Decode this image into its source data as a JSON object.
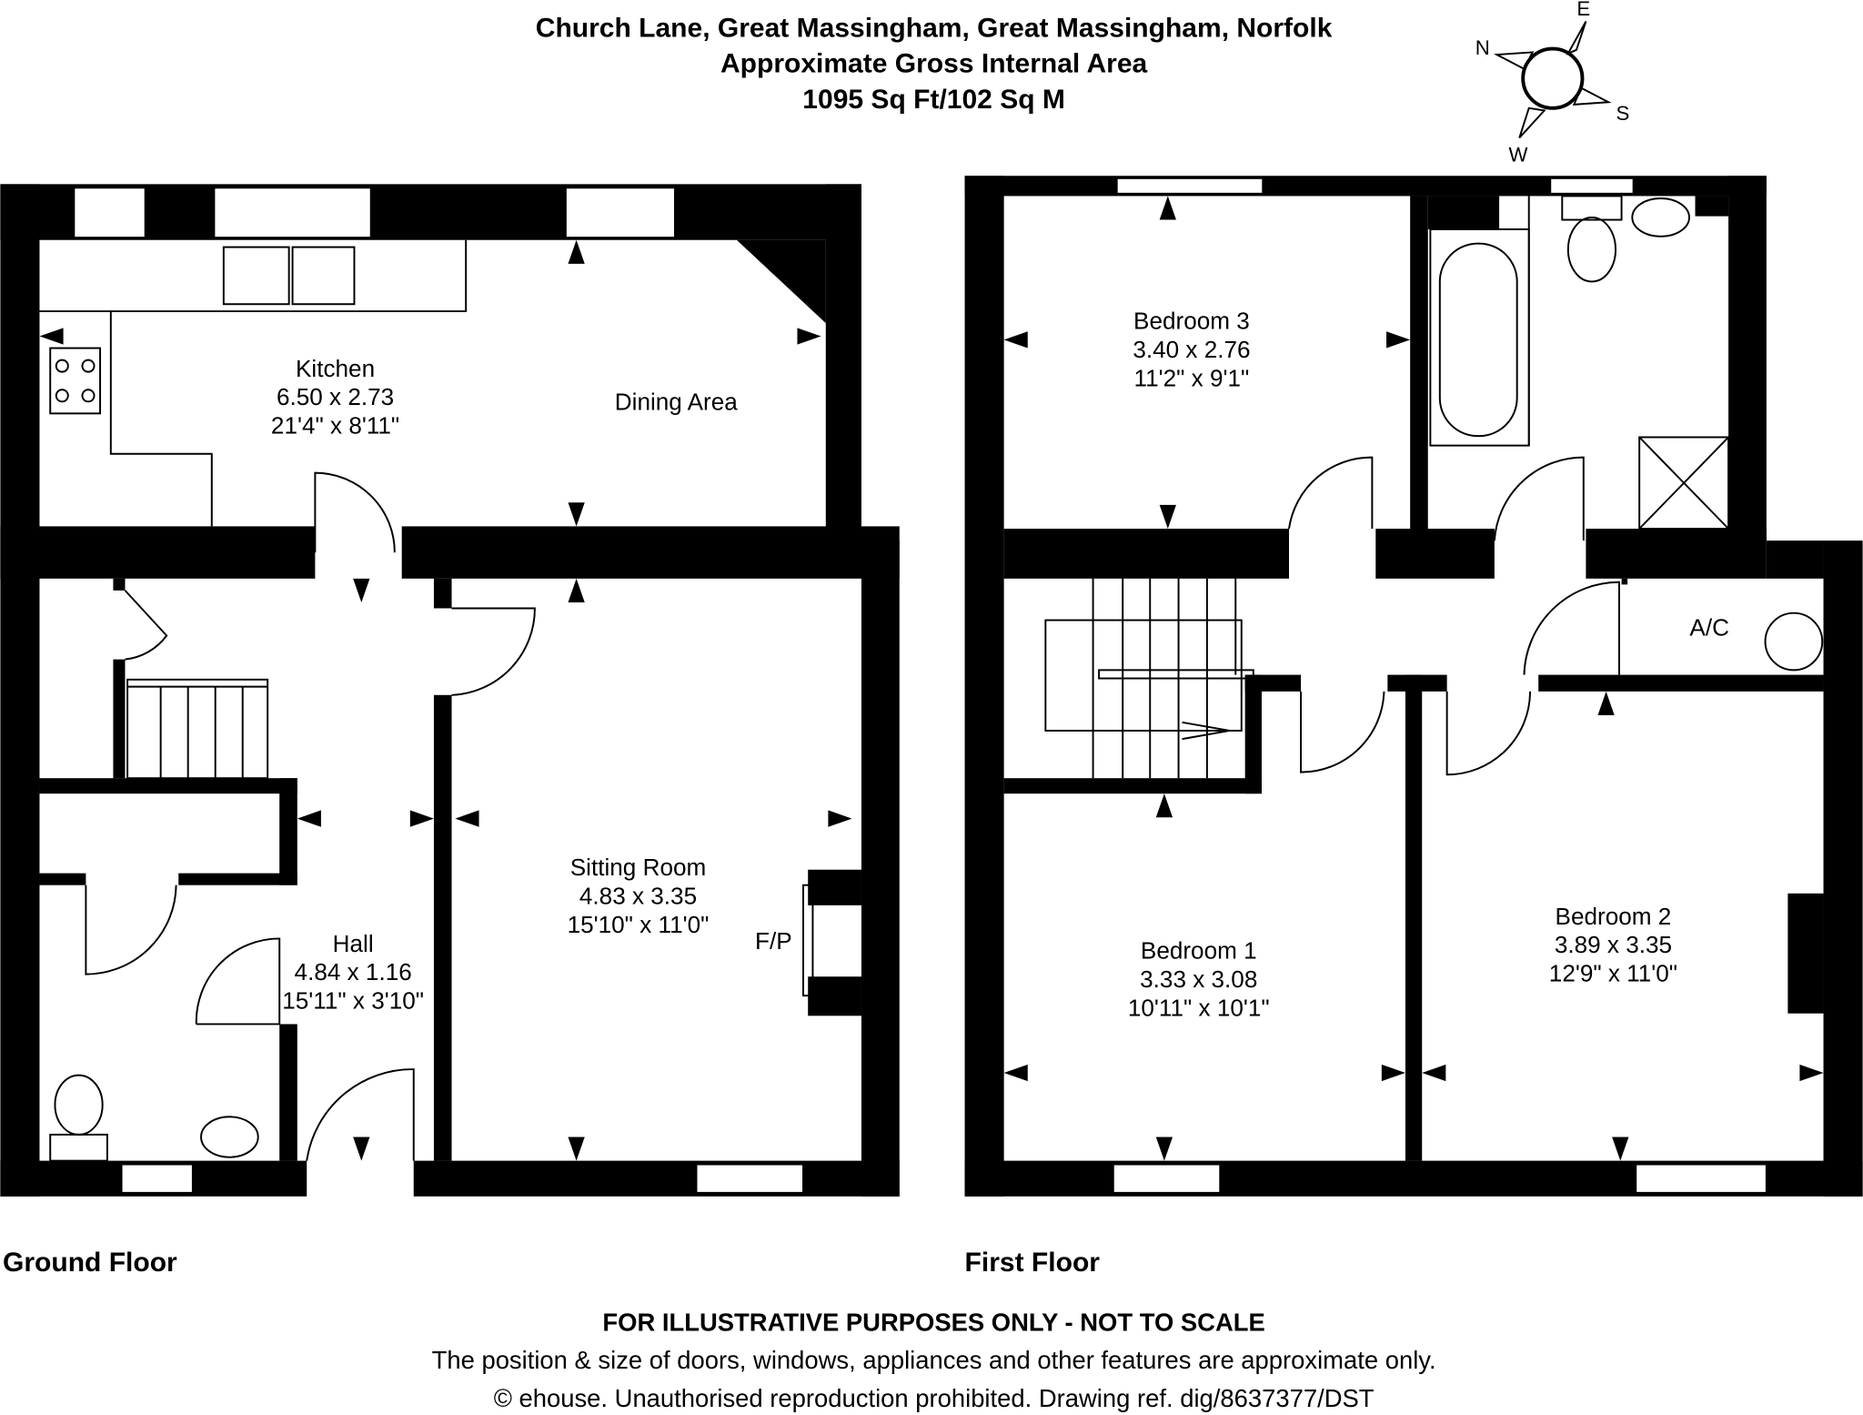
{
  "header": {
    "address": "Church Lane, Great Massingham, Great Massingham, Norfolk",
    "subtitle": "Approximate Gross Internal Area",
    "area": "1095 Sq Ft/102 Sq M"
  },
  "compass": {
    "n": "N",
    "e": "E",
    "s": "S",
    "w": "W"
  },
  "ground_floor": {
    "label": "Ground Floor",
    "rooms": [
      {
        "name": "Kitchen",
        "metric": "6.50 x 2.73",
        "imperial": "21'4\" x 8'11\""
      },
      {
        "name": "Dining Area"
      },
      {
        "name": "Sitting Room",
        "metric": "4.83 x 3.35",
        "imperial": "15'10\" x 11'0\""
      },
      {
        "name": "Hall",
        "metric": "4.84 x 1.16",
        "imperial": "15'11\" x 3'10\""
      }
    ],
    "fireplace": "F/P"
  },
  "first_floor": {
    "label": "First Floor",
    "rooms": [
      {
        "name": "Bedroom 3",
        "metric": "3.40 x 2.76",
        "imperial": "11'2\" x 9'1\""
      },
      {
        "name": "Bedroom 1",
        "metric": "3.33 x 3.08",
        "imperial": "10'11\" x 10'1\""
      },
      {
        "name": "Bedroom 2",
        "metric": "3.89 x 3.35",
        "imperial": "12'9\" x 11'0\""
      }
    ],
    "ac": "A/C"
  },
  "footer": {
    "disclaimer": "FOR ILLUSTRATIVE PURPOSES ONLY - NOT TO SCALE",
    "note": "The position & size of doors, windows, appliances and other features are approximate only.",
    "copyright": "© ehouse. Unauthorised reproduction prohibited. Drawing ref. dig/8637377/DST"
  }
}
